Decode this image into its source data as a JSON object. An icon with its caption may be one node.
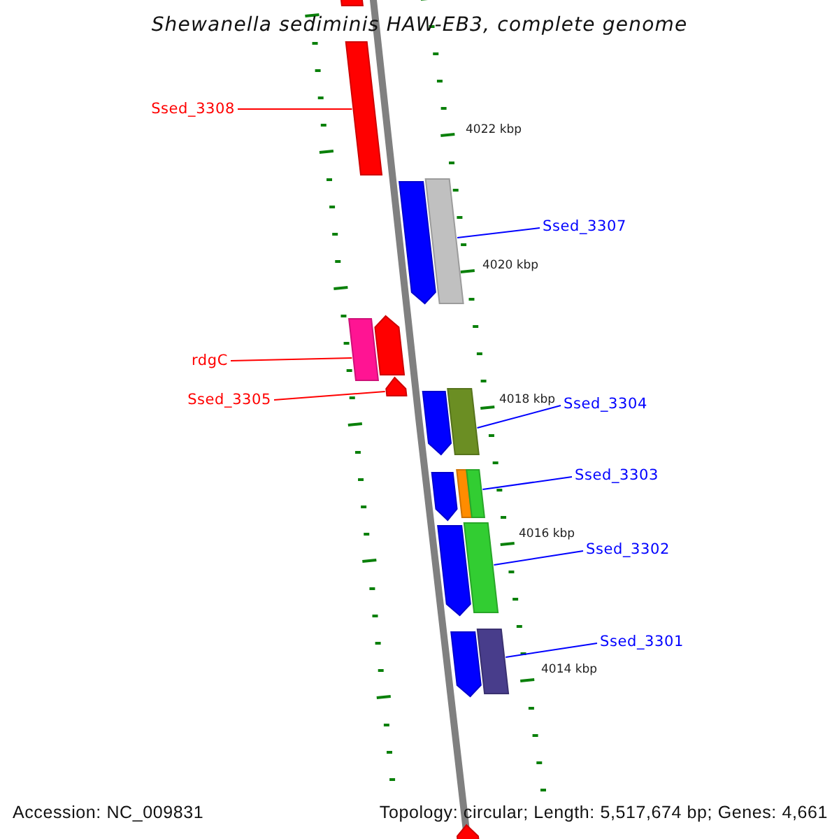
{
  "diagram": {
    "title": "Shewanella sediminis HAW-EB3, complete genome",
    "nodes": [
      {
        "text": [
          "Ssed_3308"
        ]
      },
      {
        "text": [],
        "shape": "bar"
      },
      {
        "text": [
          "Ssed_3307"
        ]
      },
      {
        "text": [],
        "shape": "bar"
      },
      {
        "text": [
          "rdgC"
        ]
      },
      {
        "text": [],
        "shape": "bar"
      },
      {
        "text": [
          "Ssed_3305"
        ]
      },
      {
        "text": [],
        "shape": "bar"
      },
      {
        "text": [
          "Ssed_3304"
        ]
      },
      {
        "text": [],
        "shape": "bar"
      },
      {
        "text": [
          "Ssed_3303"
        ]
      },
      {
        "text": [],
        "shape": "bar"
      },
      {
        "text": [
          "Ssed_3302"
        ]
      },
      {
        "text": [],
        "shape": "bar"
      },
      {
        "text": [
          "Ssed_3301"
        ]
      },
      {
        "text": [],
        "shape": "bar"
      },
      {
        "text": [],
        "shape": "bar"
      },
      {
        "text": [],
        "shape": "bar"
      },
      {
        "text": [],
        "shape": "bar"
      },
      {
        "text": [],
        "shape": "bar"
      },
      {
        "text": [],
        "shape": "bar"
      },
      {
        "text": [],
        "shape": "bar"
      },
      {
        "text": [],
        "shape": "bar"
      },
      {
        "text": [],
        "shape": "bar"
      },
      {
        "text": [],
        "shape": "bar"
      }
    ],
    "edges": [
      {
        "from": 0,
        "to": 1,
        "arrow": "none",
        "color": "#ff0000"
      },
      {
        "from": 2,
        "to": 3,
        "arrow": "none"
      },
      {
        "from": 4,
        "to": 5,
        "arrow": "none",
        "color": "#ff0000"
      },
      {
        "from": 6,
        "to": 7,
        "arrow": "none",
        "color": "#ff0000"
      },
      {
        "from": 8,
        "to": 9,
        "arrow": "none"
      },
      {
        "from": 10,
        "to": 11,
        "arrow": "none"
      },
      {
        "from": 12,
        "to": 13,
        "arrow": "none"
      },
      {
        "from": 14,
        "to": 15,
        "arrow": "none"
      }
    ],
    "labels": [
      "4022 kbp",
      "4020 kbp",
      "4018 kbp",
      "4016 kbp",
      "4014 kbp",
      "Accession: NC_009831",
      "Topology: circular; Length: 5,517,674 bp; Genes: 4,661"
    ]
  }
}
